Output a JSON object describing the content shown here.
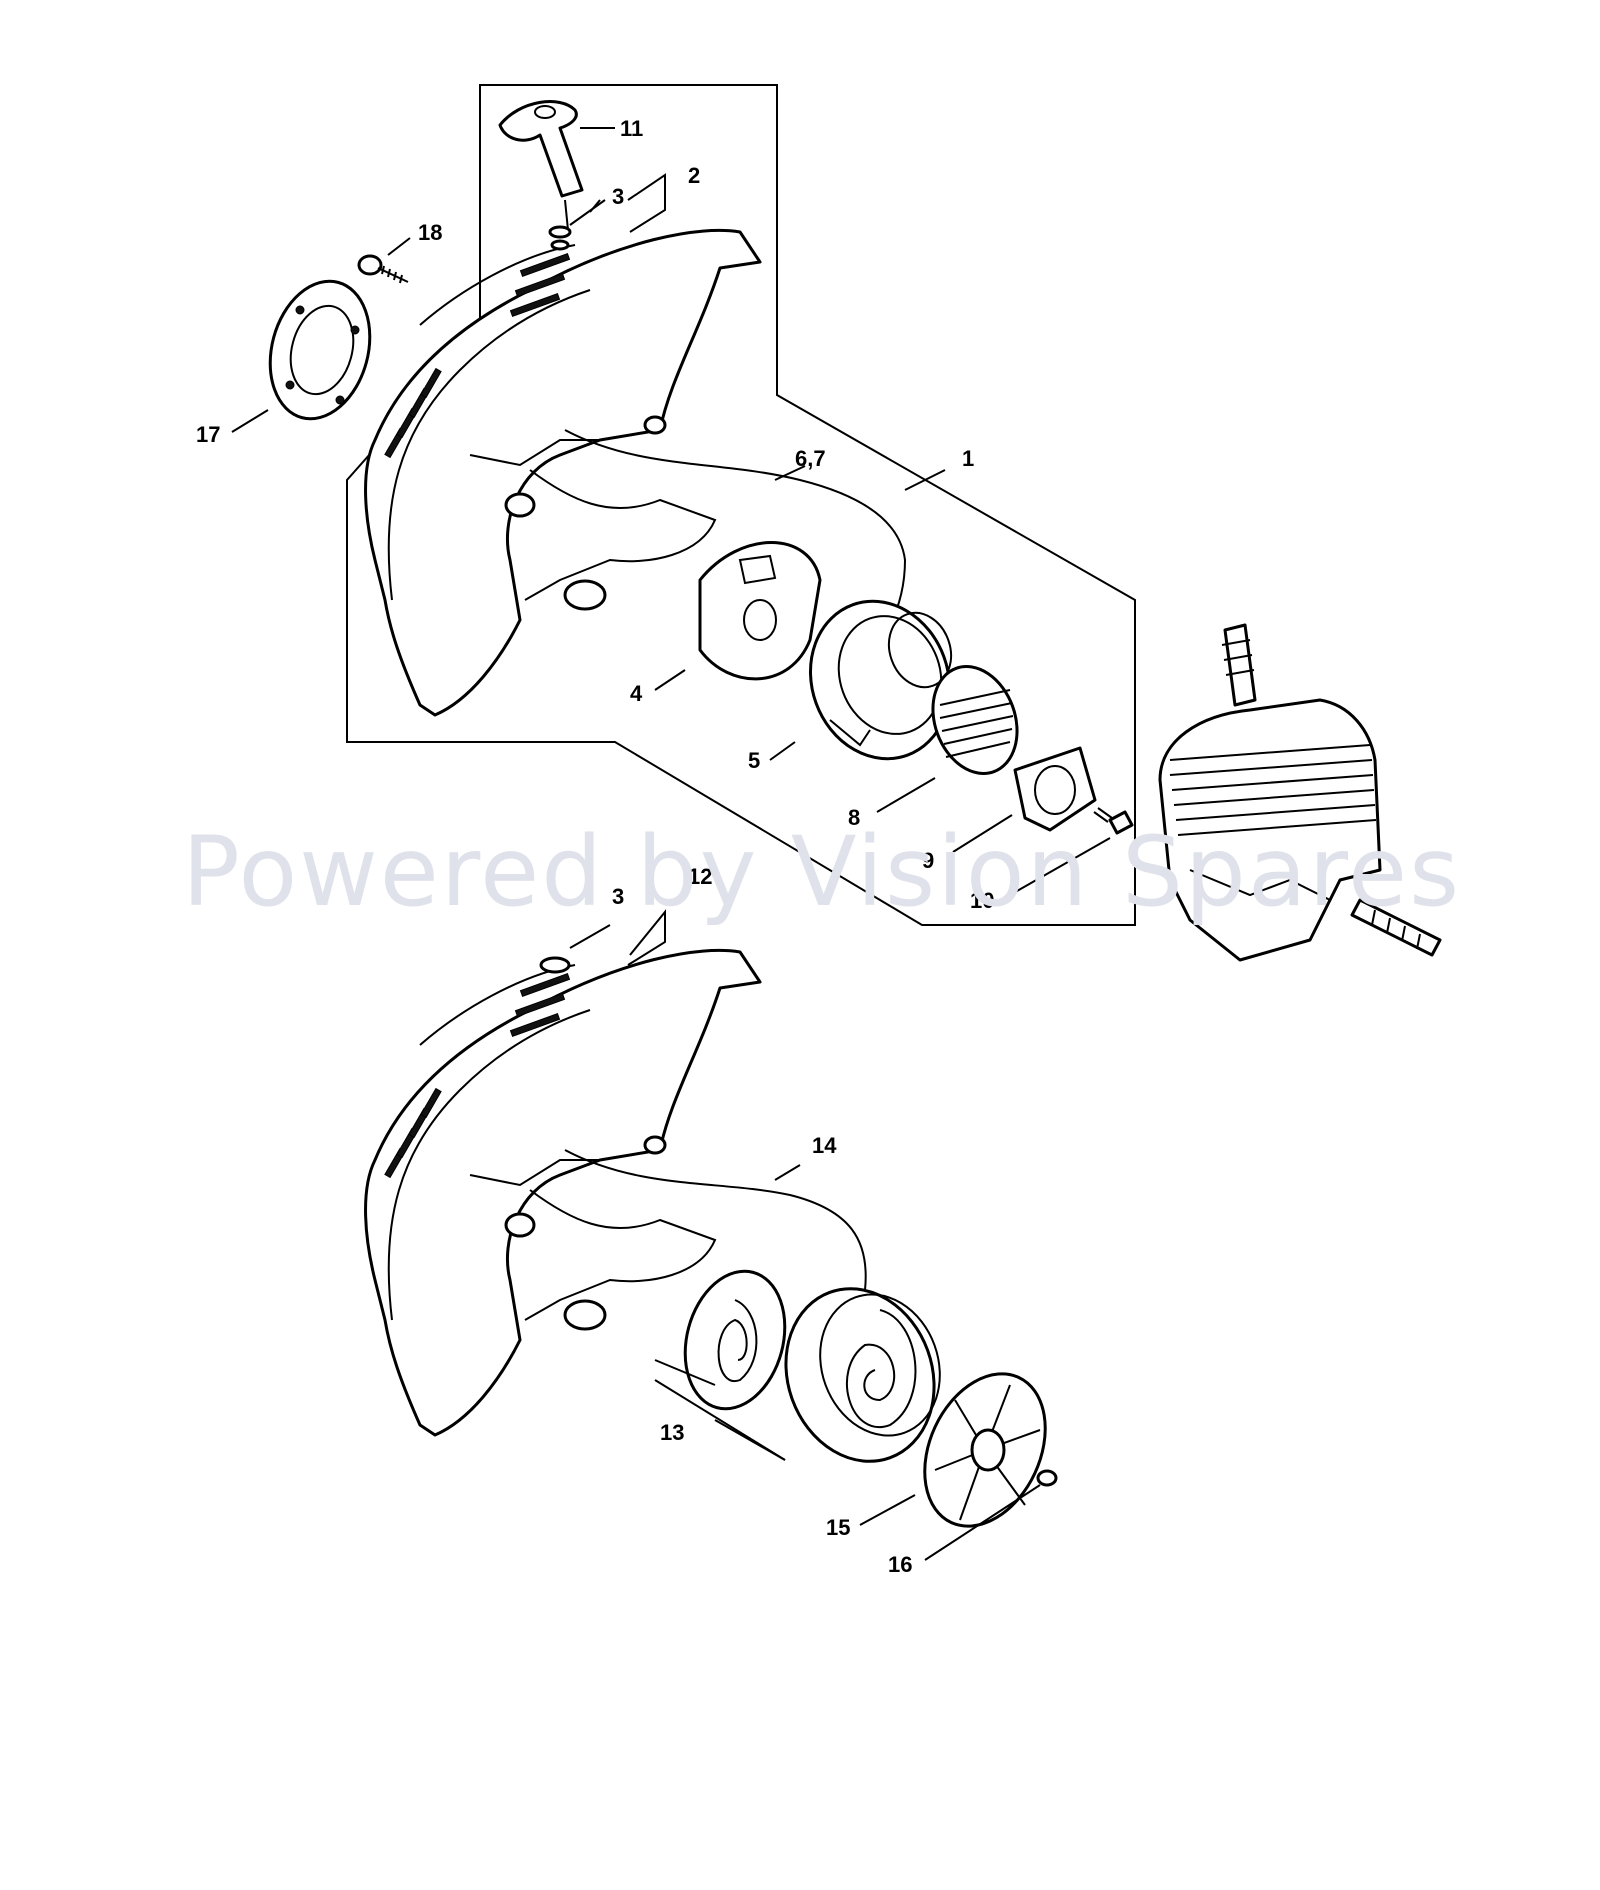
{
  "watermark": "Powered by Vision Spares",
  "callouts": {
    "c1": "1",
    "c2": "2",
    "c3a": "3",
    "c3b": "3",
    "c4": "4",
    "c5": "5",
    "c67": "6,7",
    "c8": "8",
    "c9": "9",
    "c10": "10",
    "c11": "11",
    "c12": "12",
    "c13": "13",
    "c14": "14",
    "c15": "15",
    "c16": "16",
    "c17": "17",
    "c18": "18"
  }
}
